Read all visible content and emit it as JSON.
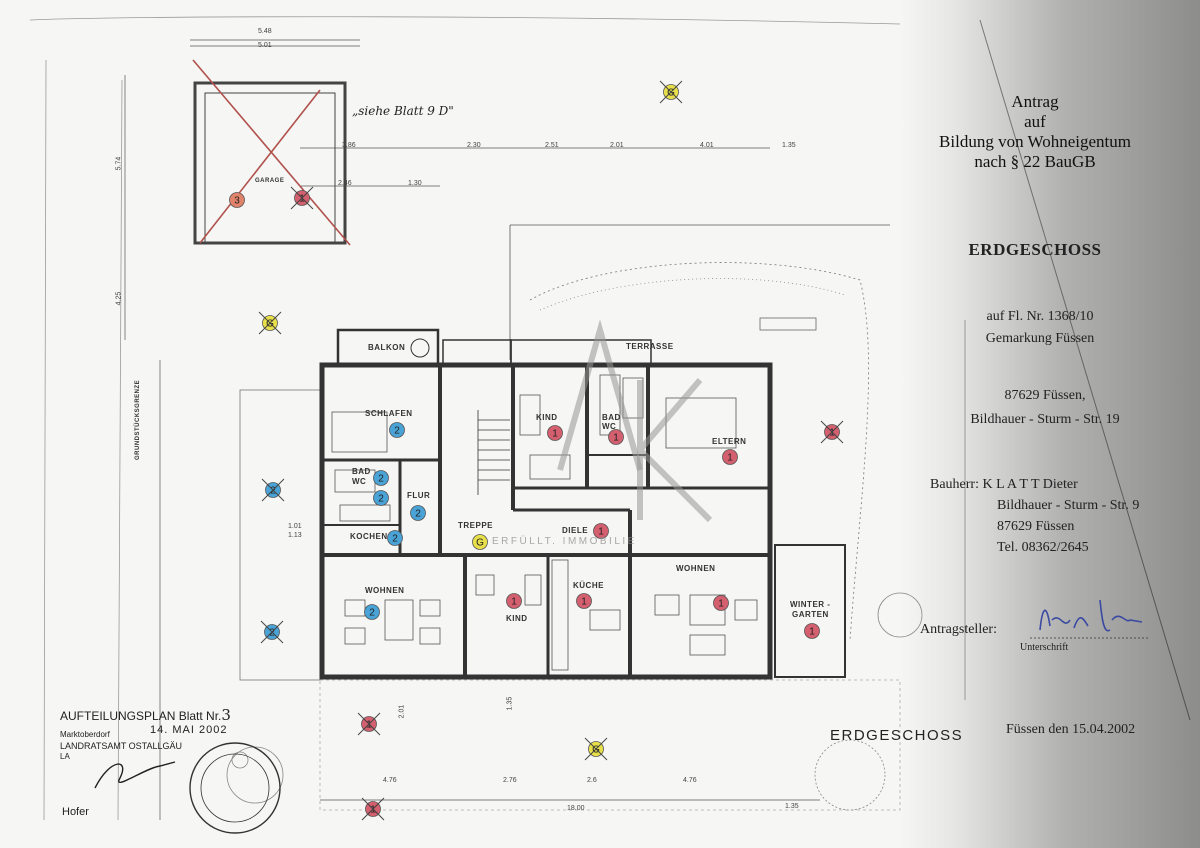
{
  "title_block": {
    "line1": "Antrag",
    "line2": "auf",
    "line3": "Bildung von Wohneigentum",
    "line4": "nach § 22 BauGB"
  },
  "heading": "ERDGESCHOSS",
  "parcel": {
    "line1": "auf Fl. Nr. 1368/10",
    "line2": "Gemarkung Füssen"
  },
  "address": {
    "line1": "87629 Füssen,",
    "line2": "Bildhauer - Sturm - Str. 19"
  },
  "owner": {
    "label": "Bauherr: K L A T T  Dieter",
    "street": "Bildhauer - Sturm - Str. 9",
    "city": "87629 Füssen",
    "phone": "Tel. 08362/2645"
  },
  "applicant": {
    "label": "Antragsteller:",
    "signature_caption": "Unterschrift"
  },
  "place_date": "Füssen den  15.04.2002",
  "plan_caption": "ERDGESCHOSS",
  "handwritten_note": "„siehe Blatt 9 D\"",
  "watermark": "ERFÜLLT. IMMOBILIE",
  "rooms": {
    "garage": "GARAGE",
    "balkon": "BALKON",
    "terrasse": "TERRASSE",
    "schlafen": "SCHLAFEN",
    "bad_left_1": "BAD",
    "bad_left_2": "WC",
    "flur": "FLUR",
    "kochen": "KOCHEN",
    "treppe": "TREPPE",
    "wohnen_left": "WOHNEN",
    "kind_top": "KIND",
    "bad_right_1": "BAD",
    "bad_right_2": "WC",
    "eltern": "ELTERN",
    "diele": "DIELE",
    "kind_bottom": "KIND",
    "kueche": "KÜCHE",
    "wohnen_right": "WOHNEN",
    "wintergarten_1": "WINTER -",
    "wintergarten_2": "GARTEN",
    "grenze": "GRUNDSTÜCKSGRENZE"
  },
  "dimensions": {
    "top1": "5.48",
    "top2": "5.01",
    "d1": "3.86",
    "d2": "2.30",
    "d3": "2.51",
    "d4": "2.01",
    "d5": "4.01",
    "d6": "1.35",
    "d7": "2.46",
    "d8": "1.30",
    "v1": "5.74",
    "v2": "4.25",
    "w1": "1.01",
    "w2": "1.13",
    "b1": "4.76",
    "b2": "2.76",
    "b3": "2.6",
    "b4": "4.76",
    "total": "18.00",
    "b5": "1.35",
    "h1": "2.01",
    "h2": "1.35"
  },
  "markers": {
    "m_yellow_top": "G",
    "m_garage_3": "3",
    "m_garage_1": "1",
    "m_left_g": "G",
    "m_schlafen": "2",
    "m_bad": "2",
    "m_bad2": "2",
    "m_flur": "2",
    "m_kochen": "2",
    "m_treppe": "G",
    "m_wohnen_l": "2",
    "m_out_blue1": "2",
    "m_out_blue2": "2",
    "m_kind_t": "1",
    "m_bad_r": "1",
    "m_eltern": "1",
    "m_out_red": "1",
    "m_diele": "1",
    "m_kind_b": "1",
    "m_kueche": "1",
    "m_wohnen_r": "1",
    "m_winter": "1",
    "m_bottom1": "1",
    "m_bottom_g": "G",
    "m_bottom2": "1"
  },
  "marker_colors": {
    "red": "#d45f6e",
    "blue": "#4aa3d6",
    "yellow": "#e8e04a",
    "orange": "#e0836a"
  },
  "stamp": {
    "plan_label": "AUFTEILUNGSPLAN Blatt Nr.",
    "plan_number": "3",
    "municipality": "Marktoberdorf",
    "date": "14. MAI 2002",
    "authority": "LANDRATSAMT OSTALLGÄU",
    "authority_abbr": "LA",
    "signer": "Hofer"
  }
}
